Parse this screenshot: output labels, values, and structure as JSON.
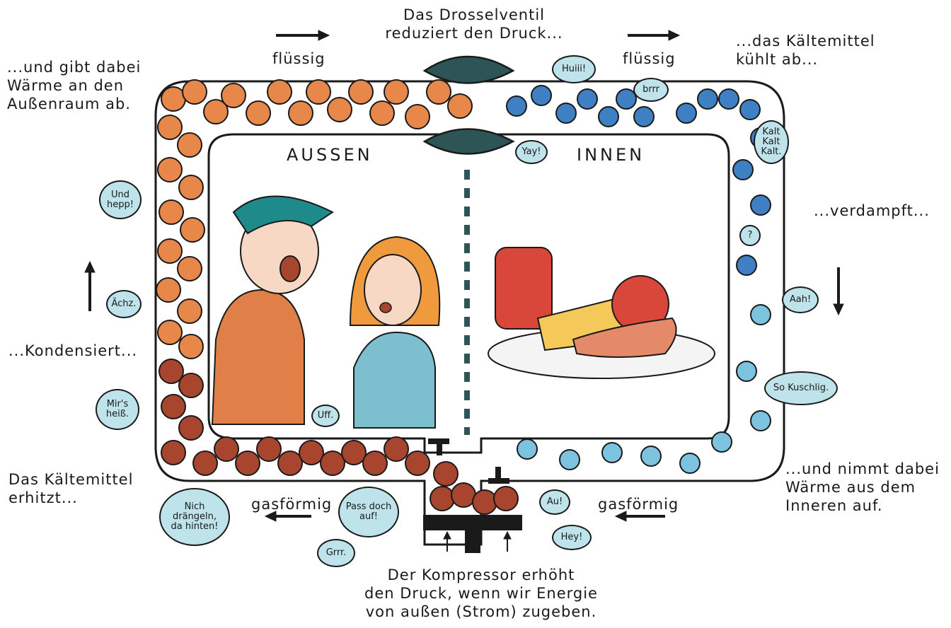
{
  "labels": {
    "throttle": "Das Drosselventil\nreduziert den Druck...",
    "liquid_left": "flüssig",
    "liquid_right": "flüssig",
    "cools": "...das Kältemittel\nkühlt ab...",
    "gives_heat": "...und gibt dabei\nWärme an den\nAußenraum ab.",
    "evaporates": "...verdampft...",
    "condenses": "...Kondensiert...",
    "heats": "Das Kältemittel\nerhitzt...",
    "absorbs": "...und nimmt dabei\nWärme aus dem\nInneren auf.",
    "gas_left": "gasförmig",
    "gas_right": "gasförmig",
    "compressor": "Der Kompressor erhöht\nden Druck, wenn wir Energie\nvon außen (Strom) zugeben.",
    "outside": "AUSSEN",
    "inside": "INNEN"
  },
  "bubbles": {
    "huiii": "Huiii!",
    "brrr": "brrr",
    "yay": "Yay!",
    "kalt": "Kalt\nKalt\nKalt.",
    "und_hepp": "Und\nhepp!",
    "aechz": "Ächz.",
    "question": "?",
    "aah": "Aah!",
    "mirs_heiss": "Mir's\nheiß.",
    "so_kuschlig": "So Kuschlig.",
    "uff": "Uff.",
    "nich_draengeln": "Nich\ndrängeln,\nda hinten!",
    "pass_doch_auf": "Pass doch\nauf!",
    "au": "Au!",
    "hey": "Hey!",
    "grrr": "Grrr."
  },
  "colors": {
    "hot": "#e8874a",
    "hot_dark": "#a8452f",
    "cold": "#3f7fc4",
    "cold_light": "#7cc3e0",
    "bubble": "#bfe3ea",
    "valve": "#2e5555",
    "shirt_orange": "#e07f47",
    "shirt_blue": "#7cc0d0"
  }
}
